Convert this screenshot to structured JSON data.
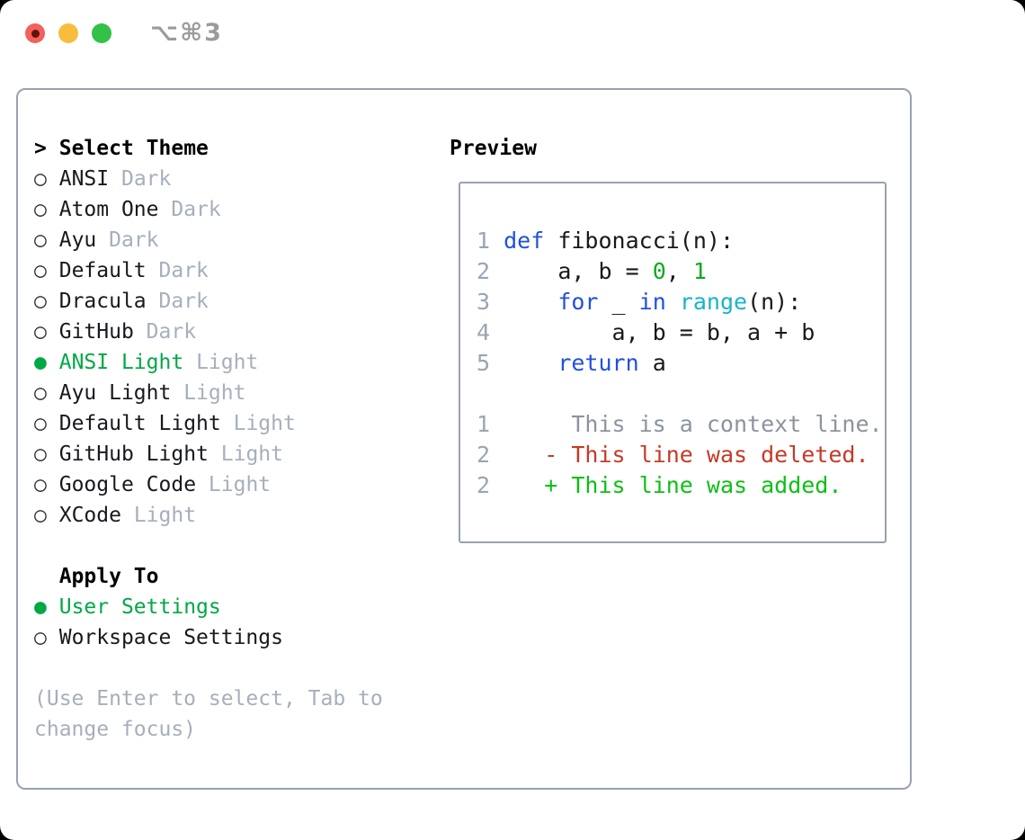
{
  "window": {
    "title": "⌥⌘3"
  },
  "titlebar": {
    "buttons": [
      "close",
      "minimize",
      "zoom"
    ]
  },
  "glyphs": {
    "prompt": ">",
    "radio_unselected": "○",
    "radio_selected": "●"
  },
  "theme_list": {
    "header": "Select Theme",
    "items": [
      {
        "name": "ANSI",
        "tag": "Dark",
        "selected": false
      },
      {
        "name": "Atom One",
        "tag": "Dark",
        "selected": false
      },
      {
        "name": "Ayu",
        "tag": "Dark",
        "selected": false
      },
      {
        "name": "Default",
        "tag": "Dark",
        "selected": false
      },
      {
        "name": "Dracula",
        "tag": "Dark",
        "selected": false
      },
      {
        "name": "GitHub",
        "tag": "Dark",
        "selected": false
      },
      {
        "name": "ANSI Light",
        "tag": "Light",
        "selected": true
      },
      {
        "name": "Ayu Light",
        "tag": "Light",
        "selected": false
      },
      {
        "name": "Default Light",
        "tag": "Light",
        "selected": false
      },
      {
        "name": "GitHub Light",
        "tag": "Light",
        "selected": false
      },
      {
        "name": "Google Code",
        "tag": "Light",
        "selected": false
      },
      {
        "name": "XCode",
        "tag": "Light",
        "selected": false
      }
    ]
  },
  "apply_to": {
    "header": "Apply To",
    "options": [
      {
        "name": "User Settings",
        "selected": true
      },
      {
        "name": "Workspace Settings",
        "selected": false
      }
    ]
  },
  "hint_lines": [
    "(Use Enter to select, Tab to",
    "change focus)"
  ],
  "preview": {
    "header": "Preview",
    "code_lines": [
      {
        "num": "1",
        "segs": [
          {
            "t": " "
          },
          {
            "t": "def",
            "c": "kw"
          },
          {
            "t": " fibonacci(n):"
          }
        ]
      },
      {
        "num": "2",
        "segs": [
          {
            "t": "     a, b = "
          },
          {
            "t": "0",
            "c": "num"
          },
          {
            "t": ", "
          },
          {
            "t": "1",
            "c": "num"
          }
        ]
      },
      {
        "num": "3",
        "segs": [
          {
            "t": "     "
          },
          {
            "t": "for",
            "c": "kw"
          },
          {
            "t": " _ "
          },
          {
            "t": "in",
            "c": "kw"
          },
          {
            "t": " "
          },
          {
            "t": "range",
            "c": "fn"
          },
          {
            "t": "(n):"
          }
        ]
      },
      {
        "num": "4",
        "segs": [
          {
            "t": "         a, b = b, a + b"
          }
        ]
      },
      {
        "num": "5",
        "segs": [
          {
            "t": "     "
          },
          {
            "t": "return",
            "c": "kw"
          },
          {
            "t": " a"
          }
        ]
      }
    ],
    "diff_lines": [
      {
        "num": "1",
        "segs": [
          {
            "t": "      This is a context line.",
            "c": "ctx"
          }
        ]
      },
      {
        "num": "2",
        "segs": [
          {
            "t": "    "
          },
          {
            "t": "- This line was deleted.",
            "c": "del"
          }
        ]
      },
      {
        "num": "2",
        "segs": [
          {
            "t": "    "
          },
          {
            "t": "+ This line was added.",
            "c": "add"
          }
        ]
      }
    ]
  },
  "colors": {
    "accent_green": "#00a845",
    "added_green": "#0cc014",
    "deleted_red": "#c63a26",
    "keyword_blue": "#2051e0",
    "builtin_cyan": "#17b4c8",
    "number_green": "#0cab1c",
    "muted_gray": "#a6afbb",
    "line_number_gray": "#9aa5b3",
    "border_gray": "#99a2ae",
    "title_gray": "#9b9b9b",
    "traffic_red": "#f4605a",
    "traffic_yellow": "#f8bd3c",
    "traffic_green": "#33c148"
  }
}
